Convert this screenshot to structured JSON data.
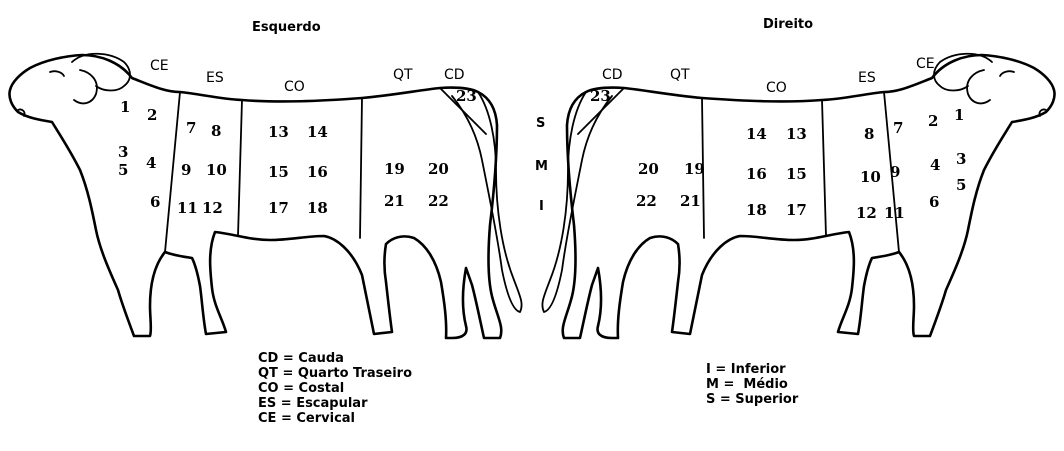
{
  "titles": {
    "left": "Esquerdo",
    "right": "Direito"
  },
  "regions": {
    "ce": "CE",
    "es": "ES",
    "co": "CO",
    "qt": "QT",
    "cd": "CD"
  },
  "levels": {
    "s": "S",
    "m": "M",
    "i": "I"
  },
  "left_numbers": [
    "1",
    "2",
    "3",
    "4",
    "5",
    "6",
    "7",
    "8",
    "9",
    "10",
    "11",
    "12",
    "13",
    "14",
    "15",
    "16",
    "17",
    "18",
    "19",
    "20",
    "21",
    "22",
    "23"
  ],
  "right_numbers": [
    "1",
    "2",
    "3",
    "4",
    "5",
    "6",
    "7",
    "8",
    "9",
    "10",
    "11",
    "12",
    "13",
    "14",
    "15",
    "16",
    "17",
    "18",
    "19",
    "20",
    "21",
    "22",
    "23"
  ],
  "legend_left": [
    "CD = Cauda",
    "QT = Quarto Traseiro",
    "CO = Costal",
    "ES = Escapular",
    "CE = Cervical"
  ],
  "legend_right": [
    "I = Inferior",
    "M =  Médio",
    "S = Superior"
  ]
}
